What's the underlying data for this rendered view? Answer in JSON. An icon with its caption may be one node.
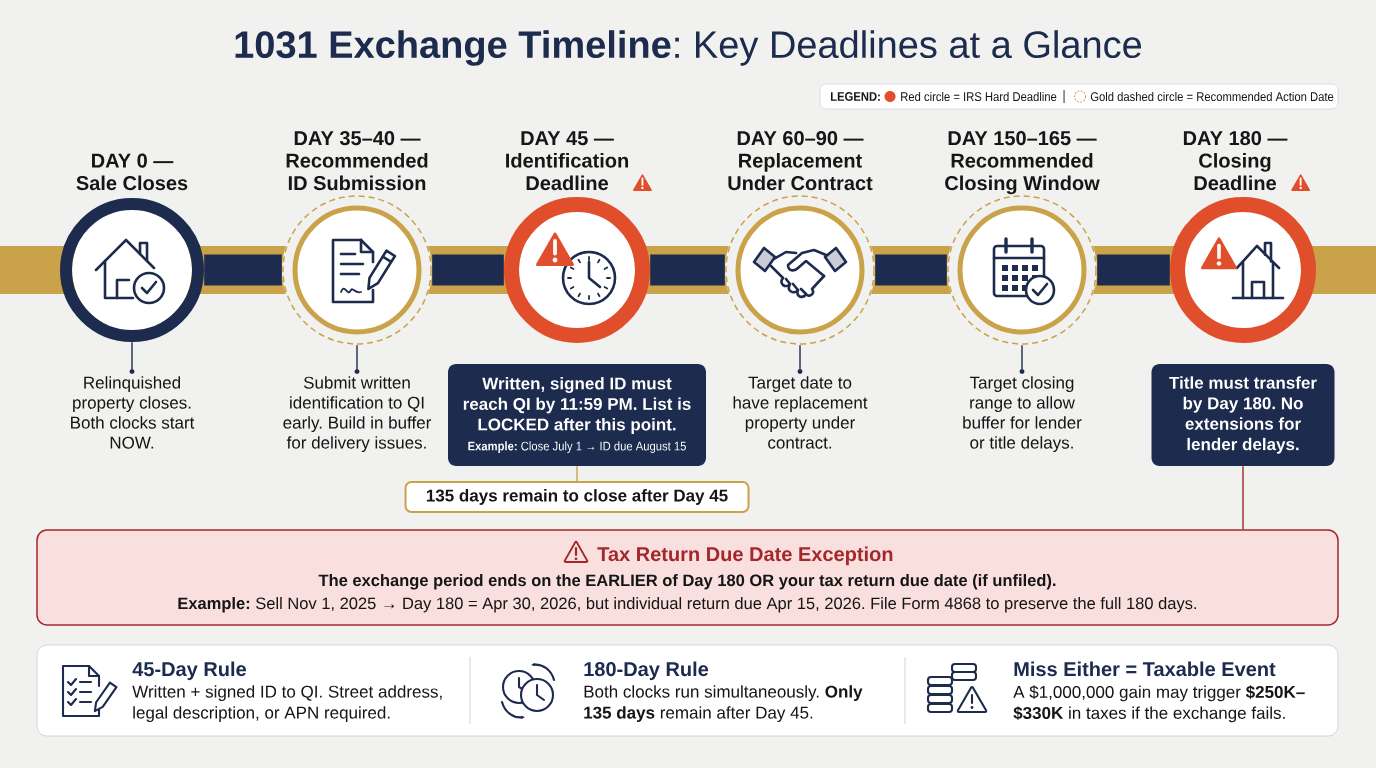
{
  "diagram": {
    "title": "**1031 Exchange Timeline**: Key Deadlines at a Glance",
    "nodes": [
      {
        "text": [
          "DAY 0 — Sale Closes"
        ]
      },
      {
        "text": [
          "DAY 35–40 — Recommended ID Submission"
        ]
      },
      {
        "text": [
          "DAY 45 — Identification Deadline"
        ]
      },
      {
        "text": [
          "DAY 60–90 — Replacement Under Contract"
        ]
      },
      {
        "text": [
          "DAY 150–165 — Recommended Closing Window"
        ]
      },
      {
        "text": [
          "DAY 180 — Closing Deadline"
        ]
      },
      {
        "text": [
          "Relinquished property closes. Both clocks start NOW."
        ]
      },
      {
        "text": [
          "Submit written identification to QI early. Build in buffer for delivery issues."
        ]
      },
      {
        "text": [
          "Written, signed ID must reach QI by 11:59 PM. List is LOCKED after this point.",
          "**Example:** Close July 1 → ID due August 15"
        ]
      },
      {
        "text": [
          "Target date to have replacement property under contract."
        ]
      },
      {
        "text": [
          "Target closing range to allow buffer for lender or title delays."
        ]
      },
      {
        "text": [
          "Title must transfer by Day 180. No extensions for lender delays."
        ]
      },
      {
        "text": [
          "135 days remain to close after Day 45"
        ]
      },
      {
        "text": [
          "Tax Return Due Date Exception",
          "The exchange period ends on the EARLIER of Day 180 OR your tax return due date (if unfiled).",
          "**Example:** Sell Nov 1, 2025 → Day 180 = Apr 30, 2026, but individual return due Apr 15, 2026. File Form 4868 to preserve the full 180 days."
        ]
      },
      {
        "text": [
          "45-Day Rule",
          "Written + signed ID to QI. Street address, legal description, or APN required.",
          "180-Day Rule",
          "Both clocks run simultaneously. **Only 135 days** remain after Day 45.",
          "Miss Either = Taxable Event",
          "A $1,000,000 gain may trigger **$250K–$330K** in taxes if the exchange fails."
        ]
      }
    ],
    "edges": [
      {
        "from": 0,
        "to": 1,
        "arrow": "none",
        "style": "thick"
      },
      {
        "from": 1,
        "to": 2,
        "arrow": "none",
        "style": "thick"
      },
      {
        "from": 2,
        "to": 3,
        "arrow": "none",
        "style": "thick"
      },
      {
        "from": 3,
        "to": 4,
        "arrow": "none",
        "style": "thick"
      },
      {
        "from": 4,
        "to": 5,
        "arrow": "none",
        "style": "thick"
      },
      {
        "from": 0,
        "to": 6,
        "arrow": "none"
      },
      {
        "from": 1,
        "to": 7,
        "arrow": "none"
      },
      {
        "from": 3,
        "to": 9,
        "arrow": "none"
      },
      {
        "from": 4,
        "to": 10,
        "arrow": "none"
      },
      {
        "from": 8,
        "to": 12,
        "arrow": "none",
        "color": "#c9a24a"
      },
      {
        "from": 11,
        "to": 13,
        "arrow": "none",
        "color": "#a3282a"
      }
    ],
    "labels": [
      "LEGEND:"
    ],
    "legend": [
      {
        "text": "Red circle = IRS Hard Deadline",
        "color": "#e04e2c"
      },
      {
        "text": "Gold dashed circle = Recommended Action Date"
      }
    ]
  }
}
